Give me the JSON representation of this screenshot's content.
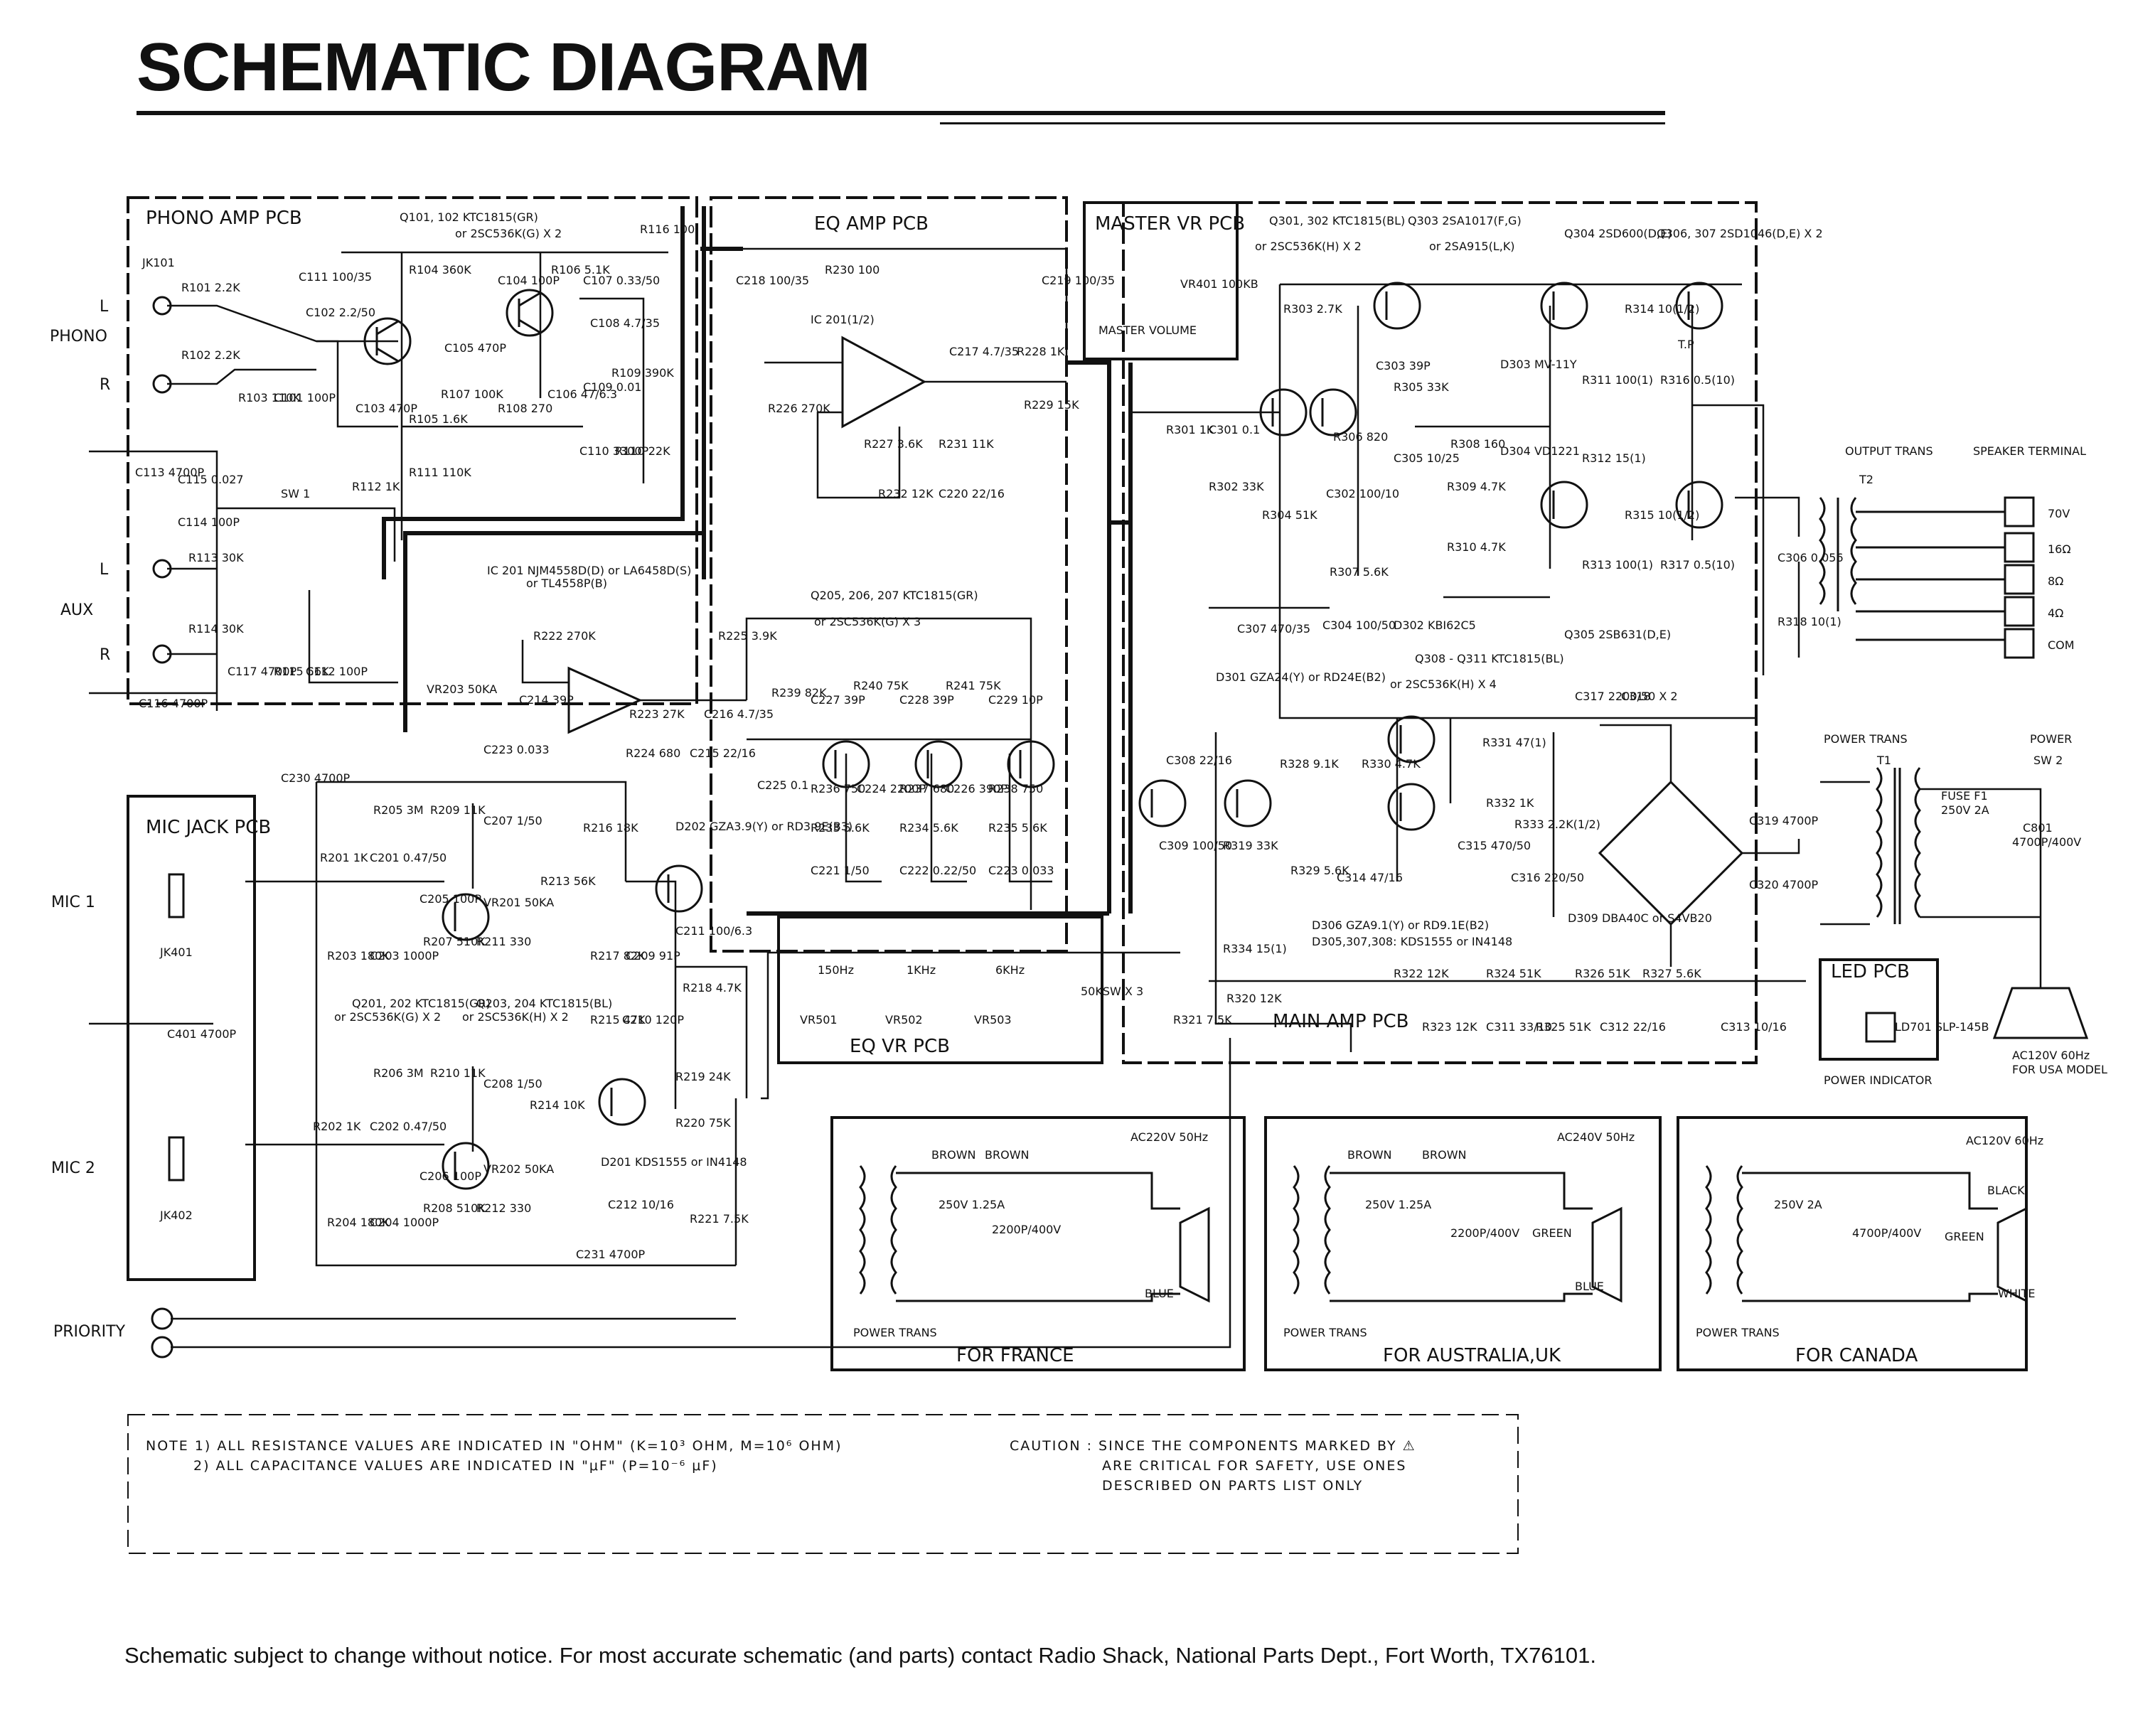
{
  "title": "SCHEMATIC DIAGRAM",
  "footer": "Schematic subject to change without notice. For most accurate schematic (and parts) contact Radio Shack, National Parts Dept., Fort Worth, TX76101.",
  "boards": {
    "phono_amp": "PHONO AMP PCB",
    "eq_amp": "EQ AMP PCB",
    "master_vr": "MASTER VR PCB",
    "mic_jack": "MIC JACK PCB",
    "eq_vr": "EQ VR PCB",
    "main_amp": "MAIN AMP PCB",
    "led": "LED PCB"
  },
  "inputs": {
    "phono": "PHONO",
    "aux": "AUX",
    "mic1": "MIC 1",
    "mic2": "MIC 2",
    "priority": "PRIORITY",
    "left": "L",
    "right": "R"
  },
  "transistor_notes": {
    "q101": "Q101, 102   KTC1815(GR)",
    "q101b": "or 2SC536K(G) X 2",
    "q301": "Q301, 302   KTC1815(BL)",
    "q301b": "or 2SC536K(H) X 2",
    "q303": "Q303   2SA1017(F,G)",
    "q303b": "or 2SA915(L,K)",
    "q304": "Q304   2SD600(D,E)",
    "q306": "Q306, 307   2SD1046(D,E) X 2",
    "q305": "Q305   2SB631(D,E)",
    "ic201": "IC 201   NJM4558D(D) or LA6458D(S)",
    "ic201b": "or TL4558P(B)",
    "q205": "Q205, 206, 207   KTC1815(GR)",
    "q205b": "or 2SC536K(G) X 3",
    "q201": "Q201, 202   KTC1815(GR)",
    "q201b": "or 2SC536K(G) X 2",
    "q203": "Q203, 204   KTC1815(BL)",
    "q203b": "or 2SC536K(H) X 2",
    "q308": "Q308 - Q311   KTC1815(BL)",
    "q308b": "or 2SC536K(H) X 4",
    "d301": "D301   GZA24(Y) or RD24E(B2)",
    "d306": "D306   GZA9.1(Y) or RD9.1E(B2)",
    "d305": "D305,307,308: KDS1555 or IN4148",
    "d201": "D201   KDS1555 or IN4148",
    "d202": "D202   GZA3.9(Y) or RD3.9E(B3)",
    "d309": "D309   DBA40C or S4VB20",
    "d302": "D302   KBI62C5",
    "d303": "D303   MV-11Y",
    "d304": "D304   VD1221"
  },
  "parts": {
    "r101": "R101 2.2K",
    "r102": "R102 2.2K",
    "r103": "R103 110K",
    "c101": "C101 100P",
    "c111": "C111 100/35",
    "r104": "R104 360K",
    "r106": "R106 5.1K",
    "c104": "C104 100P",
    "c107": "C107 0.33/50",
    "c108": "C108 4.7/35",
    "c102": "C102 2.2/50",
    "c105": "C105 470P",
    "r107": "R107 100K",
    "r108": "R108 270",
    "c106": "C106 47/6.3",
    "c109": "C109 0.01",
    "r109": "R109 390K",
    "c103": "C103 470P",
    "r105": "R105 1.6K",
    "r111": "R111 110K",
    "c110": "C110 3300P",
    "r110": "R110 22K",
    "r116": "R116 100",
    "c113": "C113 4700P",
    "c115": "C115 0.027",
    "c114": "C114 100P",
    "r112": "R112 1K",
    "r113": "R113 30K",
    "r114": "R114 30K",
    "c117": "C117 4700P",
    "r115": "R115 56K",
    "c112": "C112 100P",
    "c116": "C116 4700P",
    "sw1": "SW 1",
    "jk101": "JK101",
    "c218": "C218 100/35",
    "r230": "R230 100",
    "c219": "C219 100/35",
    "ic201_2": "IC 201(1/2)",
    "c217": "C217 4.7/35",
    "r228": "R228 1K",
    "r229": "R229 15K",
    "r226": "R226 270K",
    "r227": "R227 3.6K",
    "r231": "R231 11K",
    "r232": "R232 12K",
    "c220": "C220 22/16",
    "r222": "R222 270K",
    "c214": "C214 39P",
    "r223": "R223 27K",
    "r225": "R225 3.9K",
    "c216": "C216 4.7/35",
    "r224": "R224 680",
    "c215": "C215 22/16",
    "vr203": "VR203 50KA",
    "c230": "C230 4700P",
    "c223_": "C223 0.033",
    "r239": "R239 82K",
    "c227": "C227 39P",
    "r240": "R240 75K",
    "c228": "C228 39P",
    "r241": "R241 75K",
    "c229": "C229 10P",
    "c225": "C225 0.1",
    "r236": "R236 750",
    "c224": "C224 2200P",
    "r237": "R237 680",
    "c226": "C226 390P",
    "r238": "R238 750",
    "r233": "R233 5.6K",
    "r234": "R234 5.6K",
    "r235": "R235 5.6K",
    "c221": "C221 1/50",
    "c222": "C222 0.22/50",
    "c223": "C223 0.033",
    "vr501": "VR501",
    "vr502": "VR502",
    "vr503": "VR503",
    "sw50k": "50KSW X 3",
    "f150": "150Hz",
    "f1k": "1KHz",
    "f6k": "6KHz",
    "r205": "R205 3M",
    "r209": "R209 11K",
    "c207": "C207 1/50",
    "r201": "R201 1K",
    "c201": "C201 0.47/50",
    "c205": "C205 100P",
    "vr201": "VR201 50KA",
    "r213": "R213 56K",
    "r203": "R203 180K",
    "c203": "C203 1000P",
    "r207": "R207 510K",
    "r211": "R211 330",
    "r216": "R216 18K",
    "r217": "R217 82K",
    "c209": "C209 91P",
    "c211": "C211 100/6.3",
    "r218": "R218 4.7K",
    "r215": "R215 47K",
    "c210": "C210 120P",
    "r206": "R206 3M",
    "r210": "R210 11K",
    "c208": "C208 1/50",
    "r214": "R214 10K",
    "r202": "R202 1K",
    "c202": "C202 0.47/50",
    "c206": "C206 100P",
    "vr202": "VR202 50KA",
    "r204": "R204 180K",
    "c204": "C204 1000P",
    "r208": "R208 510K",
    "r212": "R212 330",
    "c231": "C231 4700P",
    "r219": "R219 24K",
    "r220": "R220 75K",
    "c212": "C212 10/16",
    "r221": "R221 7.5K",
    "c401": "C401 4700P",
    "jk401": "JK401",
    "jk402": "JK402",
    "r303": "R303 2.7K",
    "c303": "C303 39P",
    "r314": "R314 10(1/2)",
    "r311": "R311 100(1)",
    "r316": "R316 0.5(10)",
    "tp": "T.P",
    "r305": "R305 33K",
    "r301": "R301 1K",
    "c301": "C301 0.1",
    "r306": "R306 820",
    "c305": "C305 10/25",
    "r308": "R308 160",
    "r312": "R312 15(1)",
    "r302": "R302 33K",
    "r304": "R304 51K",
    "c302": "C302 100/10",
    "r309": "R309 4.7K",
    "r310": "R310 4.7K",
    "r315": "R315 10(1/2)",
    "r313": "R313 100(1)",
    "r317": "R317 0.5(10)",
    "r307": "R307 5.6K",
    "c307": "C307 470/35",
    "c304": "C304 100/50",
    "c306": "C306 0.056",
    "r318": "R318 10(1)",
    "c317": "C317 2200/50 X 2",
    "c318": "C318",
    "r331": "R331 47(1)",
    "c308": "C308 22/16",
    "r328": "R328 9.1K",
    "r330": "R330 4.7K",
    "r332": "R332 1K",
    "r333": "R333 2.2K(1/2)",
    "c309": "C309 100/50",
    "r319": "R319 33K",
    "c315": "C315 470/50",
    "c316": "C316 220/50",
    "r329": "R329 5.6K",
    "c314": "C314 47/16",
    "r334": "R334 15(1)",
    "c319": "C319 4700P",
    "c320": "C320 4700P",
    "r322": "R322 12K",
    "r324": "R324 51K",
    "r326": "R326 51K",
    "r327": "R327 5.6K",
    "r321": "R321 7.5K",
    "r320": "R320 12K",
    "r323": "R323 12K",
    "c311": "C311 33/10",
    "r325": "R325 51K",
    "c312": "C312 22/16",
    "c313": "C313 10/16",
    "vr401": "VR401 100KB",
    "ld701": "LD701 SLP-145B",
    "master_volume": "MASTER VOLUME"
  },
  "output": {
    "output_trans": "OUTPUT TRANS",
    "t2": "T2",
    "speaker_terminal": "SPEAKER TERMINAL",
    "taps": [
      "70V",
      "16Ω",
      "8Ω",
      "4Ω",
      "COM"
    ],
    "power_trans": "POWER TRANS",
    "t1": "T1",
    "fuse": "FUSE F1",
    "fuse_rating": "250V 2A",
    "power": "POWER",
    "sw2": "SW 2",
    "c801": "C801",
    "c801_rating": "4700P/400V",
    "usa_plug": "AC120V 60Hz",
    "usa_model": "FOR USA MODEL",
    "power_indicator": "POWER INDICATOR"
  },
  "variants": [
    {
      "title": "FOR FRANCE",
      "ac": "AC220V 50Hz",
      "fuse": "250V 1.25A",
      "cap": "2200P/400V",
      "wire1": "BROWN",
      "wire2": "BROWN",
      "wire3": "BLUE",
      "wire4": ""
    },
    {
      "title": "FOR AUSTRALIA,UK",
      "ac": "AC240V 50Hz",
      "fuse": "250V 1.25A",
      "cap": "2200P/400V",
      "wire1": "BROWN",
      "wire2": "BROWN",
      "wire3": "BLUE",
      "wire4": "GREEN"
    },
    {
      "title": "FOR CANADA",
      "ac": "AC120V 60Hz",
      "fuse": "250V 2A",
      "cap": "4700P/400V",
      "wire1": "BLACK",
      "wire2": "",
      "wire3": "WHITE",
      "wire4": "GREEN"
    }
  ],
  "notes": {
    "n1": "NOTE  1) ALL RESISTANCE VALUES ARE INDICATED IN \"OHM\" (K=10³ OHM, M=10⁶ OHM)",
    "n2": "2) ALL CAPACITANCE VALUES ARE INDICATED IN \"μF\" (P=10⁻⁶ μF)",
    "caution1": "CAUTION :  SINCE THE COMPONENTS MARKED BY ⚠",
    "caution2": "ARE CRITICAL FOR SAFETY, USE ONES",
    "caution3": "DESCRIBED ON PARTS LIST ONLY"
  }
}
